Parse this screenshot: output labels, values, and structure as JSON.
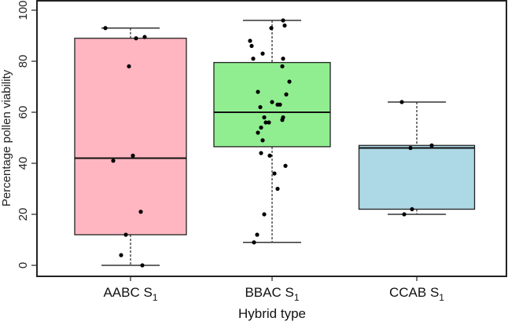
{
  "chart_data": {
    "type": "box",
    "title": "",
    "xlabel": "Hybrid type",
    "ylabel": "Percentage pollen viability",
    "ylim": [
      0,
      100
    ],
    "yticks": [
      0,
      20,
      40,
      60,
      80,
      100
    ],
    "grid": false,
    "legend": null,
    "categories": [
      "AABC S1",
      "BBAC S1",
      "CCAB S1"
    ],
    "category_labels": [
      {
        "base": "AABC S",
        "sub": "1"
      },
      {
        "base": "BBAC S",
        "sub": "1"
      },
      {
        "base": "CCAB S",
        "sub": "1"
      }
    ],
    "series": [
      {
        "name": "AABC S1",
        "color": "#FFB6C1",
        "whisker_low": 0,
        "q1": 12,
        "median": 42,
        "q3": 89,
        "whisker_high": 93,
        "points": [
          {
            "jx": -0.32,
            "y": 93
          },
          {
            "jx": 0.07,
            "y": 89
          },
          {
            "jx": 0.18,
            "y": 89.5
          },
          {
            "jx": -0.02,
            "y": 78
          },
          {
            "jx": 0.03,
            "y": 43
          },
          {
            "jx": -0.22,
            "y": 41
          },
          {
            "jx": 0.13,
            "y": 21
          },
          {
            "jx": -0.06,
            "y": 12
          },
          {
            "jx": -0.12,
            "y": 4
          },
          {
            "jx": 0.15,
            "y": 0
          }
        ]
      },
      {
        "name": "BBAC S1",
        "color": "#90EE90",
        "whisker_low": 9,
        "q1": 46.5,
        "median": 60,
        "q3": 79.5,
        "whisker_high": 96,
        "points": [
          {
            "jx": 0.14,
            "y": 96
          },
          {
            "jx": 0.16,
            "y": 94
          },
          {
            "jx": -0.01,
            "y": 93
          },
          {
            "jx": -0.28,
            "y": 88
          },
          {
            "jx": -0.26,
            "y": 86
          },
          {
            "jx": -0.12,
            "y": 83
          },
          {
            "jx": -0.24,
            "y": 81
          },
          {
            "jx": 0.14,
            "y": 81
          },
          {
            "jx": 0.13,
            "y": 78
          },
          {
            "jx": 0.22,
            "y": 72
          },
          {
            "jx": -0.18,
            "y": 68
          },
          {
            "jx": 0.18,
            "y": 67
          },
          {
            "jx": 0.0,
            "y": 64
          },
          {
            "jx": 0.07,
            "y": 63
          },
          {
            "jx": 0.1,
            "y": 63
          },
          {
            "jx": -0.15,
            "y": 62
          },
          {
            "jx": -0.1,
            "y": 58
          },
          {
            "jx": 0.14,
            "y": 58
          },
          {
            "jx": 0.13,
            "y": 57
          },
          {
            "jx": -0.08,
            "y": 56
          },
          {
            "jx": -0.04,
            "y": 56
          },
          {
            "jx": -0.14,
            "y": 54
          },
          {
            "jx": -0.18,
            "y": 52
          },
          {
            "jx": -0.12,
            "y": 49
          },
          {
            "jx": -0.14,
            "y": 44
          },
          {
            "jx": -0.03,
            "y": 43
          },
          {
            "jx": 0.17,
            "y": 39
          },
          {
            "jx": 0.03,
            "y": 36
          },
          {
            "jx": 0.07,
            "y": 30
          },
          {
            "jx": -0.1,
            "y": 20
          },
          {
            "jx": -0.19,
            "y": 12
          },
          {
            "jx": -0.23,
            "y": 9
          }
        ]
      },
      {
        "name": "CCAB S1",
        "color": "#ADD8E6",
        "whisker_low": 20,
        "q1": 22,
        "median": 46,
        "q3": 47,
        "whisker_high": 64,
        "points": [
          {
            "jx": -0.19,
            "y": 64
          },
          {
            "jx": 0.19,
            "y": 47
          },
          {
            "jx": -0.08,
            "y": 46
          },
          {
            "jx": -0.06,
            "y": 22
          },
          {
            "jx": -0.16,
            "y": 20
          }
        ]
      }
    ]
  }
}
